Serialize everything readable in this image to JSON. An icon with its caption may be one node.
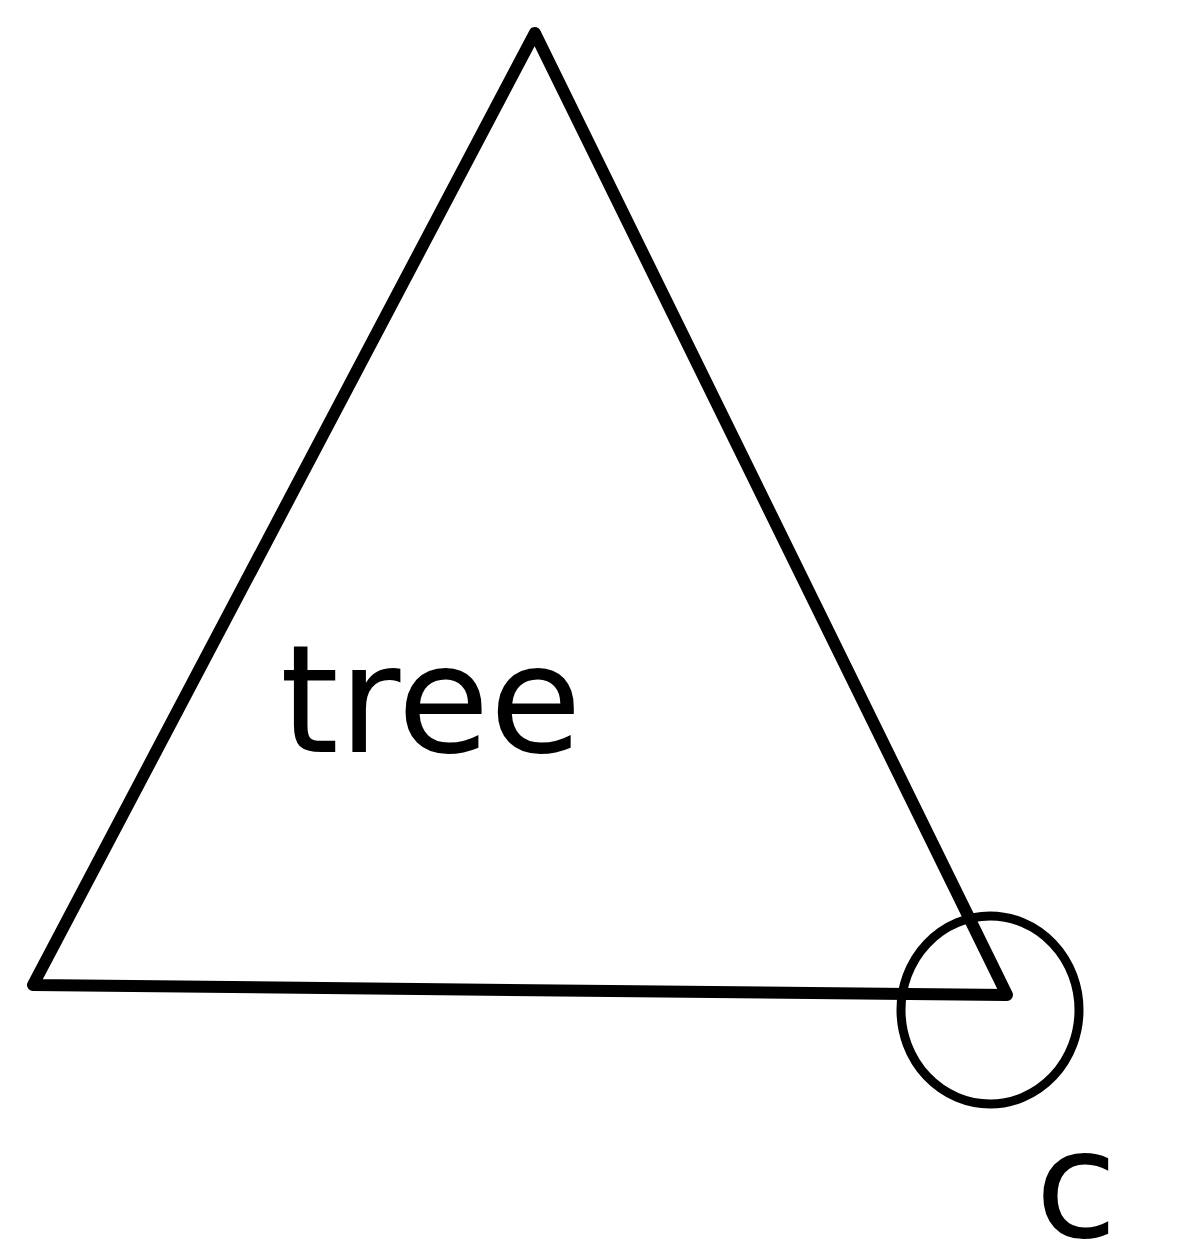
{
  "diagram": {
    "nodes": [
      {
        "text": [
          "tree"
        ]
      },
      {
        "text": [],
        "shape": "circle",
        "beside": [
          "c"
        ]
      }
    ]
  }
}
